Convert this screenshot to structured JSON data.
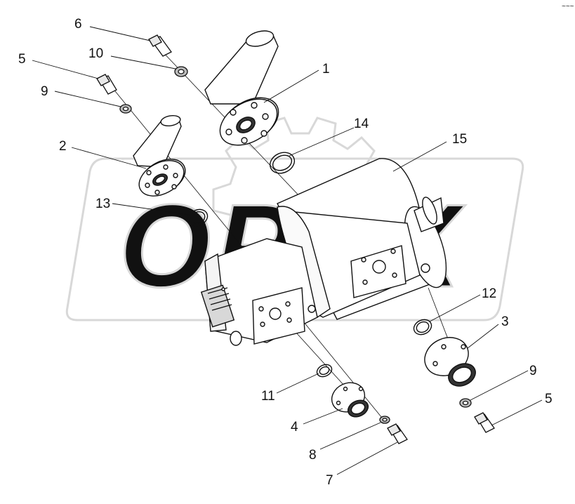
{
  "watermark": {
    "text": "OPEX",
    "color": "#e6e6e6"
  },
  "corner_mark": "~~~",
  "colors": {
    "line": "#111111",
    "fill": "#ffffff",
    "shade": "#dcdcdc",
    "dark": "#333333"
  },
  "callouts": [
    {
      "id": "c1",
      "label": "1"
    },
    {
      "id": "c2",
      "label": "2"
    },
    {
      "id": "c3",
      "label": "3"
    },
    {
      "id": "c4",
      "label": "4"
    },
    {
      "id": "c5a",
      "label": "5"
    },
    {
      "id": "c5b",
      "label": "5"
    },
    {
      "id": "c6",
      "label": "6"
    },
    {
      "id": "c7",
      "label": "7"
    },
    {
      "id": "c8",
      "label": "8"
    },
    {
      "id": "c9a",
      "label": "9"
    },
    {
      "id": "c9b",
      "label": "9"
    },
    {
      "id": "c10",
      "label": "10"
    },
    {
      "id": "c11",
      "label": "11"
    },
    {
      "id": "c12",
      "label": "12"
    },
    {
      "id": "c13",
      "label": "13"
    },
    {
      "id": "c14",
      "label": "14"
    },
    {
      "id": "c15",
      "label": "15"
    }
  ]
}
